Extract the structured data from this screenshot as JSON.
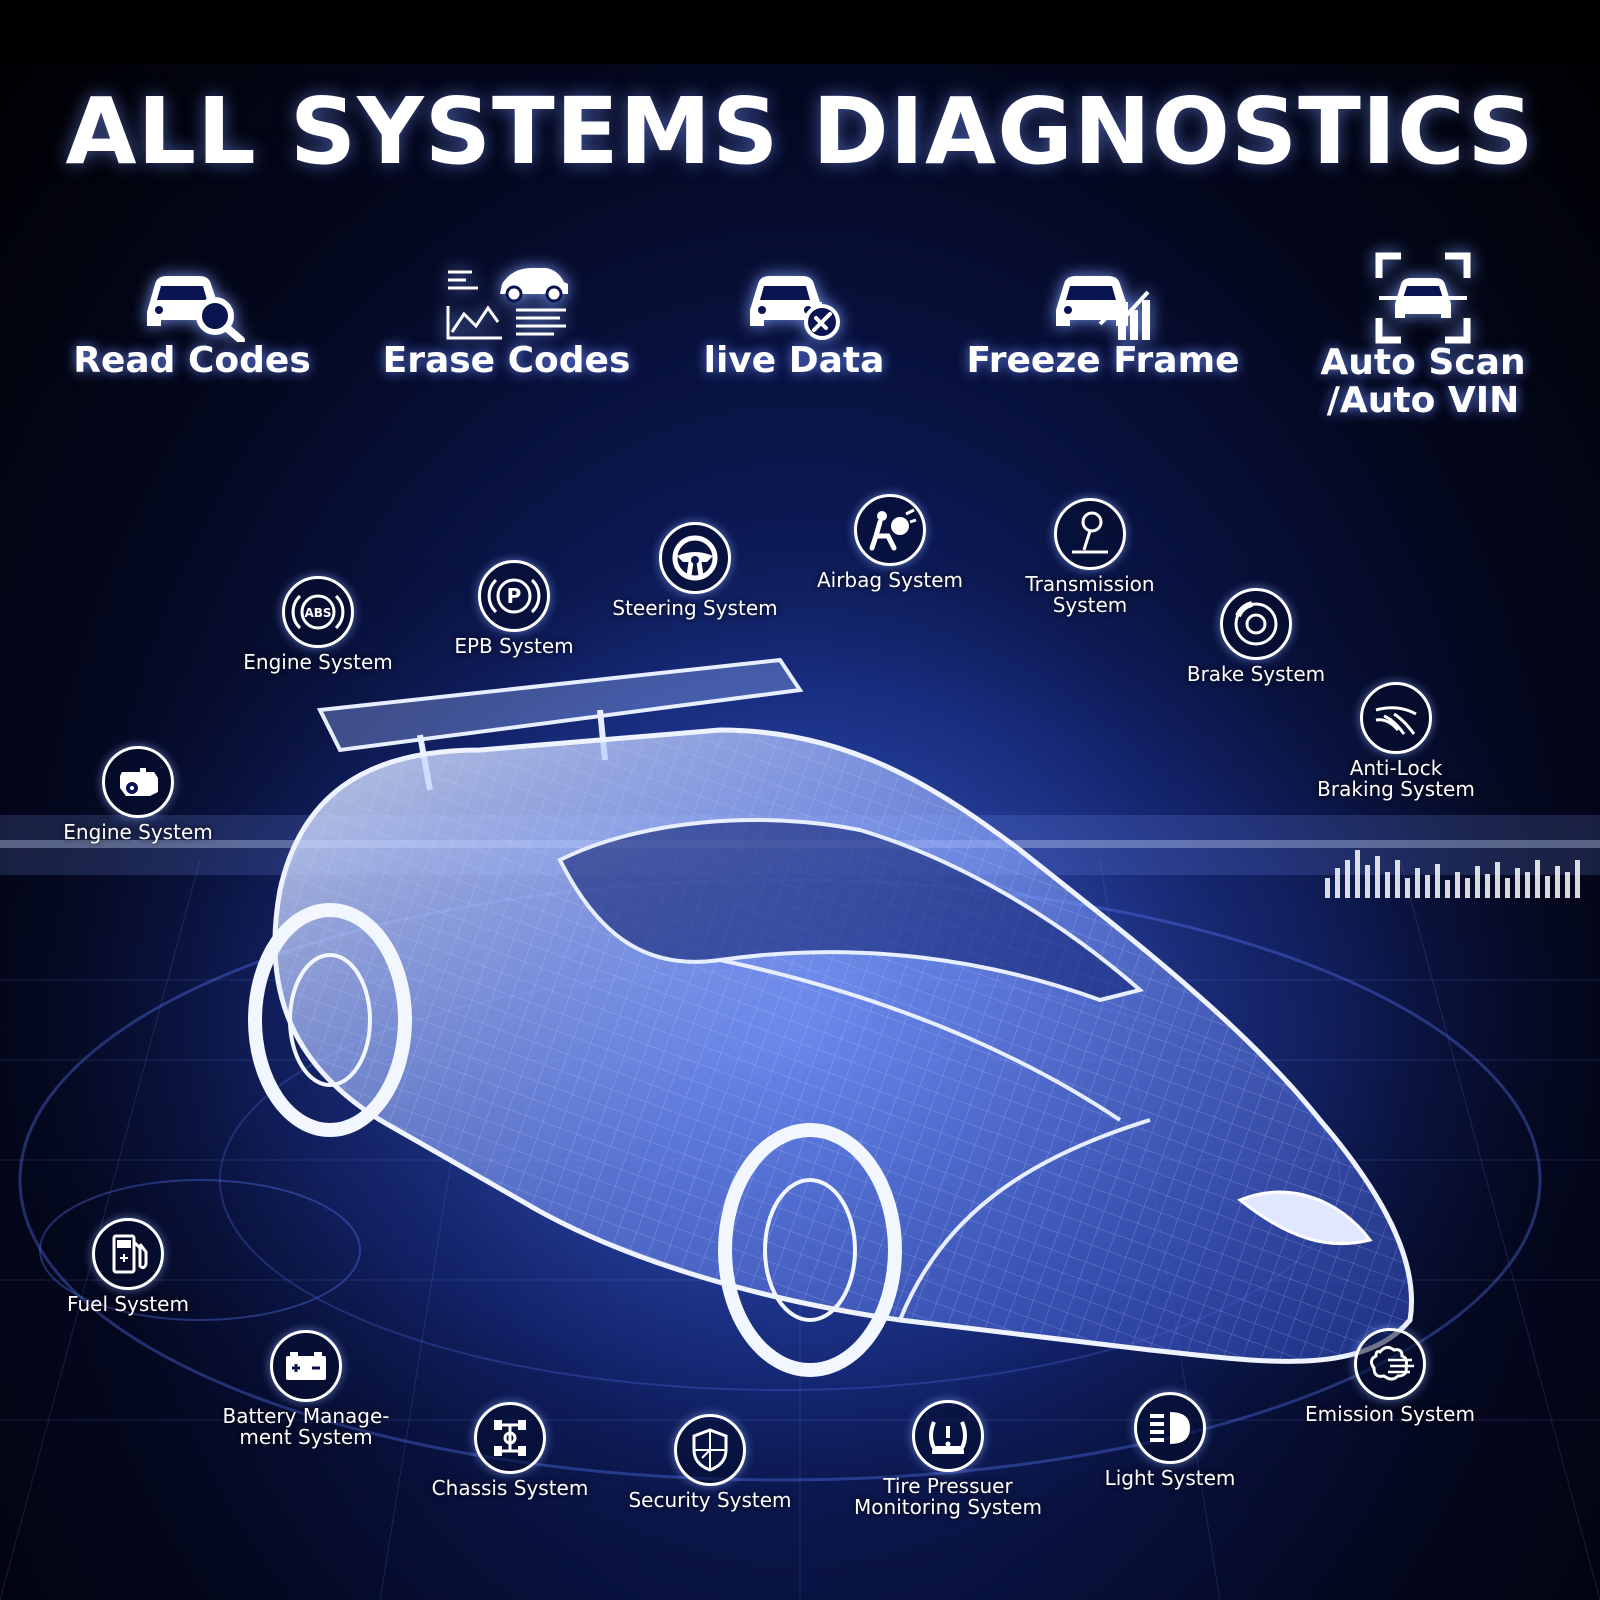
{
  "title": "ALL SYSTEMS DIAGNOSTICS",
  "colors": {
    "background": "#050a28",
    "glow": "#7f9bff",
    "text": "#ffffff",
    "car": "#9fb8ff"
  },
  "features": [
    {
      "label": "Read Codes",
      "icon": "car-magnifier-icon"
    },
    {
      "label": "Erase Codes",
      "icon": "car-chart-icon"
    },
    {
      "label": "live Data",
      "icon": "car-gear-icon"
    },
    {
      "label": "Freeze Frame",
      "icon": "car-bar-chart-icon"
    },
    {
      "label": "Auto Scan\n/Auto VIN",
      "icon": "car-scan-frame-icon"
    }
  ],
  "systems": [
    {
      "label": "Engine System",
      "icon": "abs-icon",
      "glyph": "ABS"
    },
    {
      "label": "EPB System",
      "icon": "parking-brake-icon",
      "glyph": "P"
    },
    {
      "label": "Steering System",
      "icon": "steering-wheel-icon"
    },
    {
      "label": "Airbag System",
      "icon": "airbag-icon"
    },
    {
      "label": "Transmission\nSystem",
      "icon": "gear-lever-icon"
    },
    {
      "label": "Brake System",
      "icon": "brake-disc-icon"
    },
    {
      "label": "Anti-Lock\nBraking System",
      "icon": "skid-icon"
    },
    {
      "label": "Engine System",
      "icon": "engine-icon"
    },
    {
      "label": "Fuel System",
      "icon": "fuel-pump-icon"
    },
    {
      "label": "Battery Manage-\nment System",
      "icon": "battery-icon"
    },
    {
      "label": "Chassis System",
      "icon": "chassis-icon"
    },
    {
      "label": "Security System",
      "icon": "shield-icon"
    },
    {
      "label": "Tire Pressuer\nMonitoring System",
      "icon": "tire-pressure-icon"
    },
    {
      "label": "Light System",
      "icon": "headlight-icon"
    },
    {
      "label": "Emission System",
      "icon": "emission-icon"
    }
  ]
}
